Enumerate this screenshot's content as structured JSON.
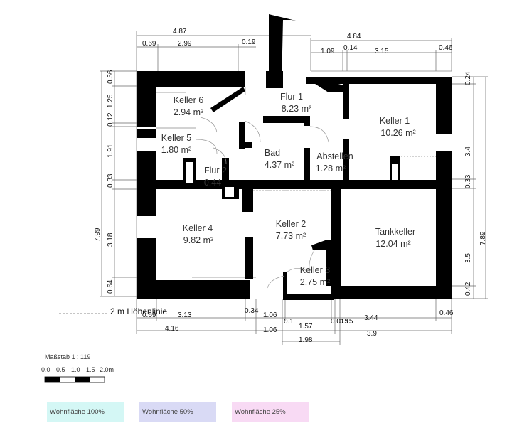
{
  "plan": {
    "rooms": [
      {
        "id": "keller-6",
        "name": "Keller 6",
        "area": "2.94 m²"
      },
      {
        "id": "flur-1",
        "name": "Flur 1",
        "area": "8.23 m²"
      },
      {
        "id": "keller-1",
        "name": "Keller 1",
        "area": "10.26 m²"
      },
      {
        "id": "keller-5",
        "name": "Keller 5",
        "area": "1.80 m²"
      },
      {
        "id": "bad",
        "name": "Bad",
        "area": "4.37 m²"
      },
      {
        "id": "abstellen",
        "name": "Abstellen",
        "area": "1.28 m²"
      },
      {
        "id": "flur-2",
        "name": "Flur 2",
        "area": "0.44"
      },
      {
        "id": "keller-4",
        "name": "Keller 4",
        "area": "9.82 m²"
      },
      {
        "id": "keller-2",
        "name": "Keller 2",
        "area": "7.73 m²"
      },
      {
        "id": "tankkeller",
        "name": "Tankkeller",
        "area": "12.04 m²"
      },
      {
        "id": "keller-3",
        "name": "Keller 3",
        "area": "2.75 m²"
      }
    ],
    "dims": {
      "top_total_left": "4.87",
      "top_left_a": "0.69",
      "top_left_b": "2.99",
      "top_left_c": "0.19",
      "top_total_right": "4.84",
      "top_right_a": "1.09",
      "top_right_b": "0.14",
      "top_right_c": "3.15",
      "top_right_d": "0.46",
      "left_a": "0.56",
      "left_b": "1.25",
      "left_c": "0.12",
      "left_d": "1.91",
      "left_e": "0.33",
      "left_f": "3.18",
      "left_g": "0.64",
      "left_total": "7.99",
      "right_a": "0.24",
      "right_b": "3.4",
      "right_c": "0.33",
      "right_d": "3.5",
      "right_e": "0.42",
      "right_total": "7.89",
      "bot_a": "0.69",
      "bot_b": "3.13",
      "bot_c": "0.34",
      "bot_d": "1.06",
      "bot_e": "0.1",
      "bot_f": "1.57",
      "bot_g": "0.015",
      "bot_h": "0.15",
      "bot_i": "3.44",
      "bot_j": "0.46",
      "bot_total_left": "4.16",
      "bot_k": "1.06",
      "bot_total_right": "3.9",
      "bot_l": "1.98"
    },
    "hoehenlinie": "2 m Höhenlinie"
  },
  "scale": {
    "label": "Maßstab 1 : 119",
    "ticks": [
      "0.0",
      "0.5",
      "1.0",
      "1.5",
      "2.0m"
    ]
  },
  "legend": [
    {
      "label": "Wohnfläche 100%",
      "color": "#d4f7f5"
    },
    {
      "label": "Wohnfläche 50%",
      "color": "#d9daf5"
    },
    {
      "label": "Wohnfläche 25%",
      "color": "#f8daf4"
    }
  ],
  "colors": {
    "wall": "#000000",
    "dimline": "#555555"
  }
}
